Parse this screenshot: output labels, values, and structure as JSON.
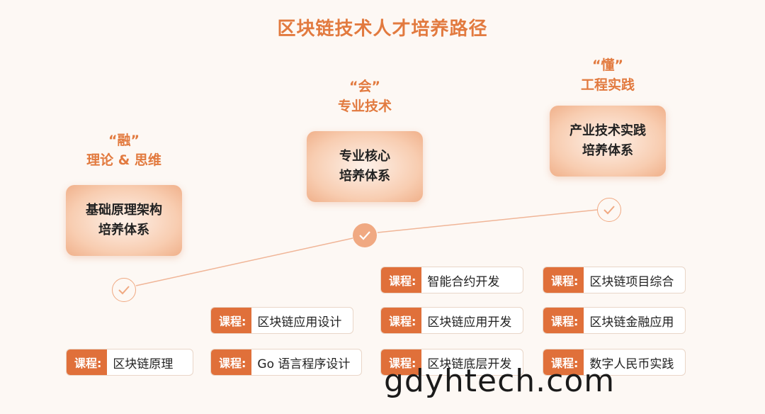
{
  "title": "区块链技术人才培养路径",
  "stages": [
    {
      "quote": "“融”",
      "subtitle": "理论 & 思维",
      "box_line1": "基础原理架构",
      "box_line2": "培养体系"
    },
    {
      "quote": "“会”",
      "subtitle": "专业技术",
      "box_line1": "专业核心",
      "box_line2": "培养体系"
    },
    {
      "quote": "“懂”",
      "subtitle": "工程实践",
      "box_line1": "产业技术实践",
      "box_line2": "培养体系"
    }
  ],
  "course_tag": "课程:",
  "courses": {
    "col1": [
      "区块链原理"
    ],
    "col2": [
      "区块链应用设计",
      "Go 语言程序设计"
    ],
    "col3": [
      "智能合约开发",
      "区块链应用开发",
      "区块链底层开发"
    ],
    "col4": [
      "区块链项目综合",
      "区块链金融应用",
      "数字人民币实践"
    ]
  },
  "watermark": "gdyhtech.com",
  "colors": {
    "accent": "#e27a3f",
    "tag": "#e0703a",
    "check": "#f0a982"
  }
}
